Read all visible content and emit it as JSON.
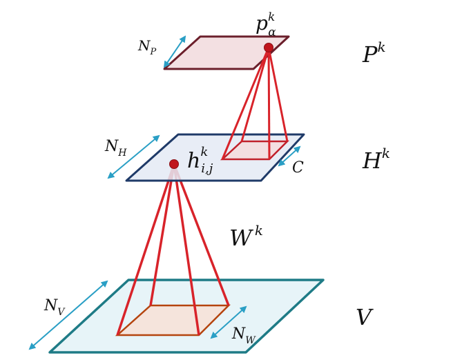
{
  "labels": {
    "p_base": "p",
    "p_sup": "k",
    "p_sub": "α",
    "np_base": "N",
    "np_sub": "P",
    "P_base": "P",
    "P_sup": "k",
    "nh_base": "N",
    "nh_sub": "H",
    "h_base": "h",
    "h_sup": "k",
    "h_sub": "i,j",
    "c_label": "C",
    "H_base": "H",
    "H_sup": "k",
    "W_base": "W",
    "W_sup": "k",
    "nv_base": "N",
    "nv_sub": "V",
    "nw_base": "N",
    "nw_sub": "W",
    "V_label": "V"
  },
  "colors": {
    "pool_border": "#6b1f2b",
    "pool_fill": "#f3e0e2",
    "hidden_border": "#1f3a68",
    "hidden_fill": "#e4eaf5",
    "visible_border": "#1e7b86",
    "visible_fill": "#e7f4f8",
    "filter": "#d8232a",
    "filter_patch": "#b5440e",
    "arrow": "#2a9fc5"
  }
}
